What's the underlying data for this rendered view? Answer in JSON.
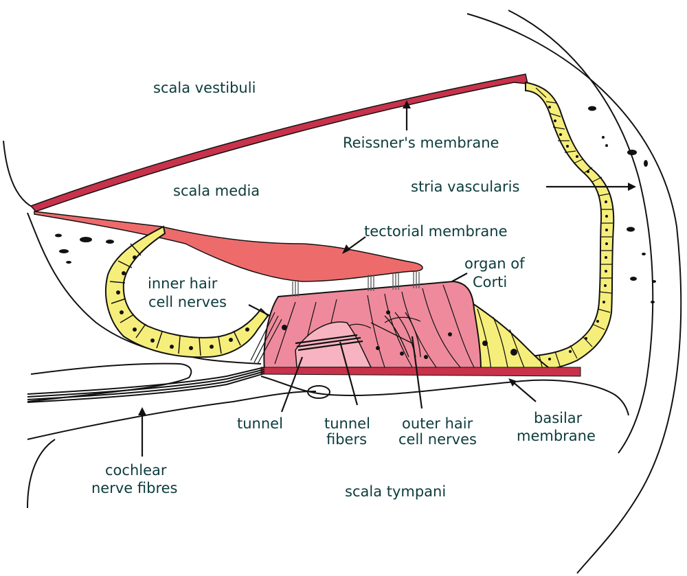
{
  "labels": {
    "scala_vestibuli": "scala vestibuli",
    "reissners_membrane": "Reissner's membrane",
    "scala_media": "scala media",
    "stria_vascularis": "stria vascularis",
    "tectorial_membrane": "tectorial membrane",
    "organ_of_corti_line1": "organ of",
    "organ_of_corti_line2": "Corti",
    "inner_hair_line1": "inner hair",
    "inner_hair_line2": "cell nerves",
    "tunnel": "tunnel",
    "tunnel_fibers_line1": "tunnel",
    "tunnel_fibers_line2": "fibers",
    "outer_hair_line1": "outer hair",
    "outer_hair_line2": "cell nerves",
    "basilar_line1": "basilar",
    "basilar_line2": "membrane",
    "cochlear_line1": "cochlear",
    "cochlear_line2": "nerve fibres",
    "scala_tympani": "scala tympani"
  },
  "colors": {
    "membrane": "#c8324a",
    "tectorial": "#ee6b6b",
    "organ": "#ee8a9c",
    "cells": "#f6ee7a",
    "background": "#ffffff"
  }
}
